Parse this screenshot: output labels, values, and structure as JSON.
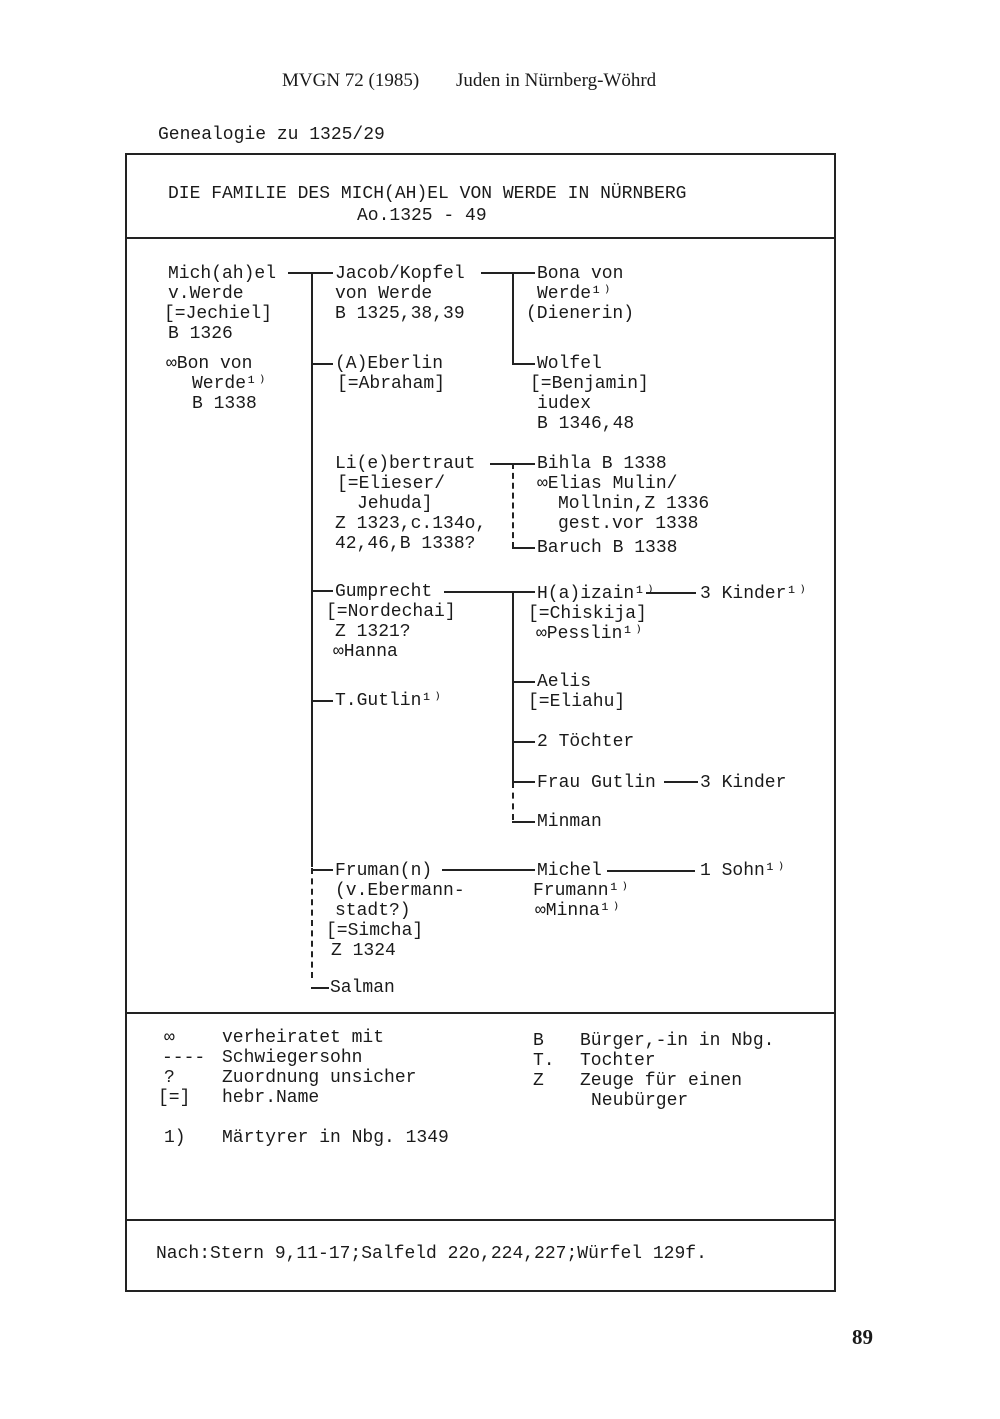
{
  "header": {
    "journal": "MVGN 72 (1985)",
    "article": "Juden in Nürnberg-Wöhrd"
  },
  "caption": "Genealogie zu 1325/29",
  "box_title": {
    "line1": "DIE FAMILIE DES MICH(AH)EL VON WERDE IN NÜRNBERG",
    "line2": "Ao.1325 - 49"
  },
  "tree": {
    "root": [
      "Mich(ah)el",
      "v.Werde",
      "[=Jechiel]",
      "B 1326"
    ],
    "root_spouse": [
      "∞Bon von",
      "Werde¹⁾",
      "B 1338"
    ],
    "jacob": [
      "Jacob/Kopfel",
      "von Werde",
      "B 1325,38,39"
    ],
    "bona": [
      "Bona von",
      "Werde¹⁾",
      "(Dienerin)"
    ],
    "wolfel": [
      "Wolfel",
      "[=Benjamin]",
      "iudex",
      "B 1346,48"
    ],
    "eberlin": [
      "(A)Eberlin",
      "[=Abraham]"
    ],
    "liebertraut": [
      "Li(e)bertraut",
      "[=Elieser/",
      "Jehuda]",
      "Z 1323,c.134o,",
      "42,46,B 1338?"
    ],
    "bihla": [
      "Bihla B 1338",
      "∞Elias Mulin/",
      "Mollnin,Z 1336",
      "gest.vor 1338"
    ],
    "baruch": "Baruch B 1338",
    "gumprecht": [
      "Gumprecht",
      "[=Nordechai]",
      "Z 1321?",
      "∞Hanna"
    ],
    "haizain": [
      "H(a)izain¹⁾",
      "[=Chiskija]",
      "∞Pesslin¹⁾"
    ],
    "haizain_children": "3 Kinder¹⁾",
    "aelis": [
      "Aelis",
      "[=Eliahu]"
    ],
    "toechter": "2 Töchter",
    "frau_gutlin": "Frau Gutlin",
    "frau_gutlin_children": "3 Kinder",
    "minman": "Minman",
    "gutlin": "T.Gutlin¹⁾",
    "fruman": [
      "Fruman(n)",
      "(v.Ebermann-",
      "stadt?)",
      "[=Simcha]",
      "Z 1324"
    ],
    "michel": [
      "Michel",
      "Frumann¹⁾",
      "∞Minna¹⁾"
    ],
    "michel_children": "1 Sohn¹⁾",
    "salman": "Salman"
  },
  "legend": {
    "left": [
      {
        "symbol": "∞",
        "text": "verheiratet mit"
      },
      {
        "symbol": "----",
        "text": "Schwiegersohn"
      },
      {
        "symbol": "?",
        "text": "Zuordnung unsicher"
      },
      {
        "symbol": "[=]",
        "text": "hebr.Name"
      }
    ],
    "footnote": {
      "symbol": "1)",
      "text": "Märtyrer in Nbg. 1349"
    },
    "right": [
      {
        "symbol": "B",
        "text": "Bürger,-in in Nbg."
      },
      {
        "symbol": "T.",
        "text": "Tochter"
      },
      {
        "symbol": "Z",
        "text": "Zeuge für einen"
      },
      {
        "symbol": "",
        "text": "Neubürger"
      }
    ]
  },
  "source": "Nach:Stern 9,11-17;Salfeld 22o,224,227;Würfel 129f.",
  "page_number": "89"
}
